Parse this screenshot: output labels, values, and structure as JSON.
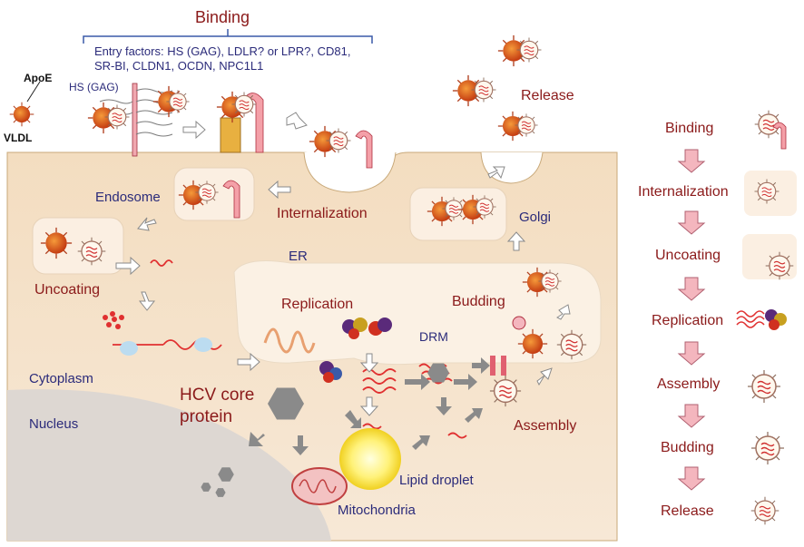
{
  "title": "Binding",
  "entry_factors": {
    "line1": "Entry factors: HS (GAG), LDLR? or LPR?, CD81,",
    "line2": "SR-BI, CLDN1, OCDN,  NPC1L1"
  },
  "legend": {
    "apoe": "ApoE",
    "vldl": "VLDL",
    "hs_gag": "HS (GAG)"
  },
  "compartments": {
    "endosome": "Endosome",
    "er": "ER",
    "golgi": "Golgi",
    "drm": "DRM",
    "cytoplasm": "Cytoplasm",
    "nucleus": "Nucleus",
    "lipid_droplet": "Lipid droplet",
    "mitochondria": "Mitochondria"
  },
  "steps": {
    "internalization": "Internalization",
    "uncoating": "Uncoating",
    "replication": "Replication",
    "budding": "Budding",
    "assembly": "Assembly",
    "release": "Release"
  },
  "core_protein": {
    "line1": "HCV core",
    "line2": "protein"
  },
  "lifecycle": [
    "Binding",
    "Internalization",
    "Uncoating",
    "Replication",
    "Assembly",
    "Budding",
    "Release"
  ],
  "colors": {
    "cell": "#f7e3c8",
    "step_text": "#8b1a1a",
    "compartment_text": "#2b2b7a",
    "arrow_pink": "#f4b6be",
    "virion": "#e06a1a"
  }
}
